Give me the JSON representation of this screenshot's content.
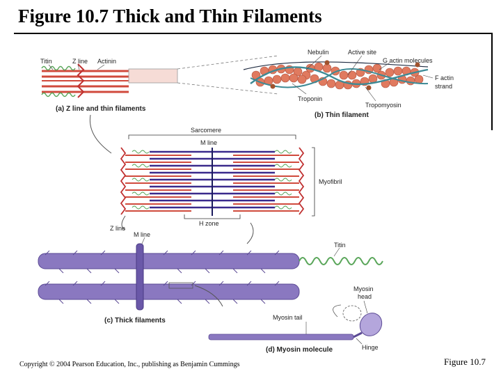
{
  "slide": {
    "title": "Figure 10.7  Thick and Thin Filaments",
    "copyright": "Copyright © 2004 Pearson Education, Inc., publishing as Benjamin Cummings",
    "figure_number": "Figure 10.7"
  },
  "panel_a": {
    "labels": {
      "titin": "Titin",
      "z_line": "Z line",
      "actinin": "Actinin"
    },
    "caption": "(a) Z line and thin filaments"
  },
  "panel_b": {
    "labels": {
      "nebulin": "Nebulin",
      "active_site": "Active site",
      "g_actin": "G actin molecules",
      "f_actin_1": "F actin",
      "f_actin_2": "strand",
      "troponin": "Troponin",
      "tropomyosin": "Tropomyosin"
    },
    "caption": "(b) Thin filament"
  },
  "sarcomere": {
    "labels": {
      "sarcomere": "Sarcomere",
      "m_line": "M line",
      "myofibril": "Myofibril",
      "h_zone": "H zone",
      "z_line": "Z line"
    }
  },
  "panel_c": {
    "labels": {
      "m_line": "M line",
      "titin": "Titin"
    },
    "caption": "(c) Thick filaments"
  },
  "panel_d": {
    "labels": {
      "myosin_head_1": "Myosin",
      "myosin_head_2": "head",
      "myosin_tail": "Myosin tail",
      "hinge": "Hinge"
    },
    "caption": "(d) Myosin molecule"
  },
  "colors": {
    "thin_filament": "#d04a3c",
    "actin_bead": "#e07a5f",
    "thick_filament": "#3a2a8c",
    "thick_filament_3d": "#8a78c0",
    "titin": "#5aa65a",
    "tropomyosin": "#3d8a95",
    "troponin": "#a0522d"
  }
}
